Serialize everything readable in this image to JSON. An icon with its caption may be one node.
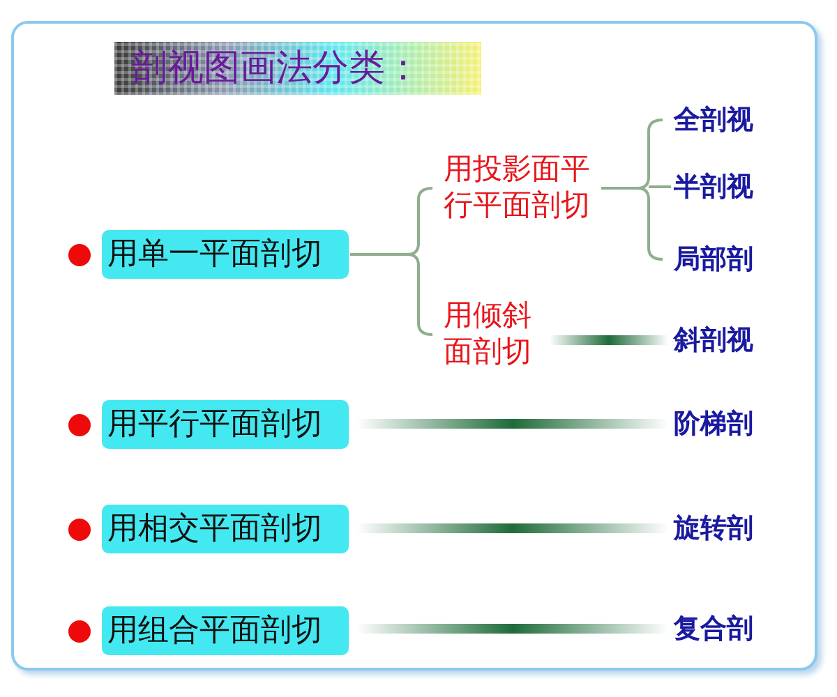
{
  "diagram": {
    "title": "剖视图画法分类：",
    "nodes": [
      {
        "text": [
          "用单一平面剖切"
        ]
      },
      {
        "text": [
          "用投影面平行平面剖切"
        ]
      },
      {
        "text": [
          "用倾斜面剖切"
        ]
      },
      {
        "text": [
          "全剖视"
        ]
      },
      {
        "text": [
          "半剖视"
        ]
      },
      {
        "text": [
          "局部剖"
        ]
      },
      {
        "text": [
          "斜剖视"
        ]
      },
      {
        "text": [
          "用平行平面剖切"
        ]
      },
      {
        "text": [
          "阶梯剖"
        ]
      },
      {
        "text": [
          "用相交平面剖切"
        ]
      },
      {
        "text": [
          "旋转剖"
        ]
      },
      {
        "text": [
          "用组合平面剖切"
        ]
      },
      {
        "text": [
          "复合剖"
        ]
      }
    ],
    "edges": [
      {
        "from": 0,
        "to": 1,
        "arrow": "none"
      },
      {
        "from": 0,
        "to": 2,
        "arrow": "none"
      },
      {
        "from": 1,
        "to": 3,
        "arrow": "none"
      },
      {
        "from": 1,
        "to": 4,
        "arrow": "none"
      },
      {
        "from": 1,
        "to": 5,
        "arrow": "none"
      },
      {
        "from": 2,
        "to": 6,
        "arrow": "none",
        "style": "thick",
        "color": "#1f6b3a"
      },
      {
        "from": 7,
        "to": 8,
        "arrow": "none",
        "style": "thick",
        "color": "#1f6b3a"
      },
      {
        "from": 9,
        "to": 10,
        "arrow": "none",
        "style": "thick",
        "color": "#1f6b3a"
      },
      {
        "from": 11,
        "to": 12,
        "arrow": "none",
        "style": "thick",
        "color": "#1f6b3a"
      }
    ]
  }
}
